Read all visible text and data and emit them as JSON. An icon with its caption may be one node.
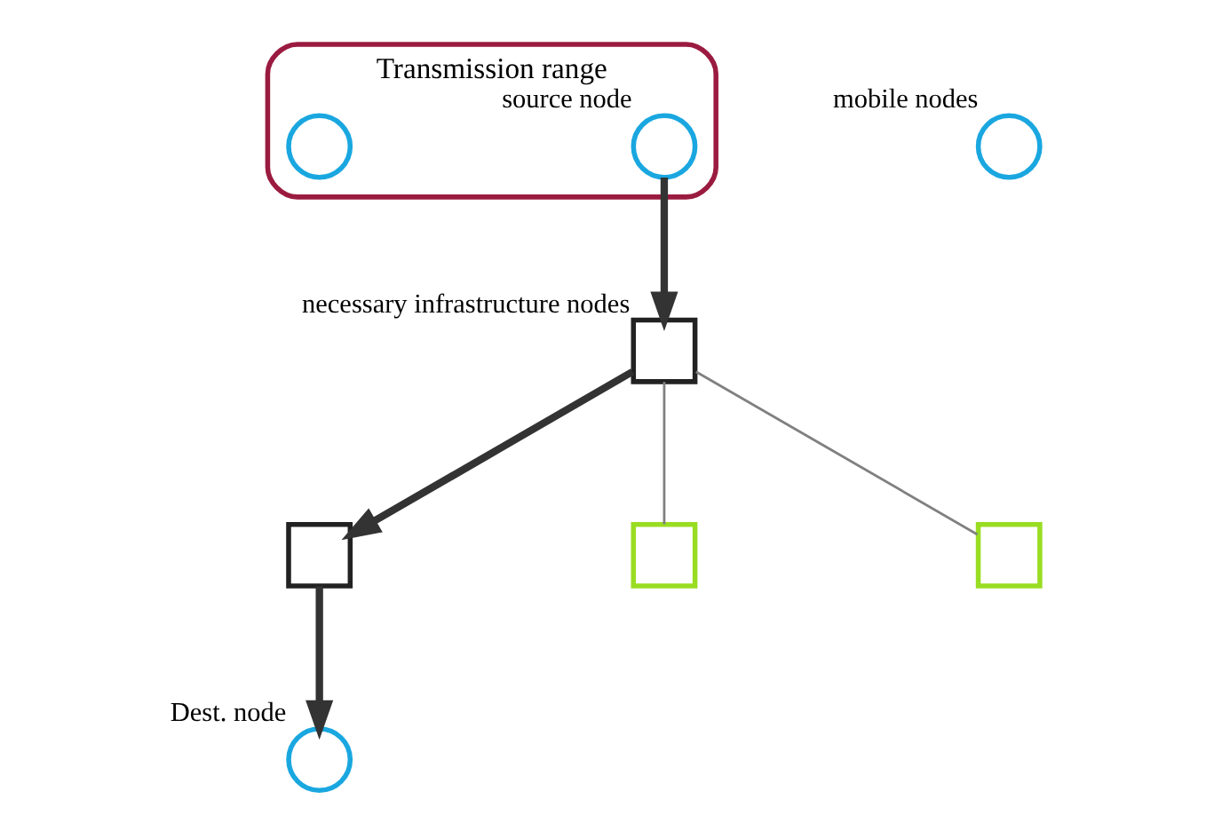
{
  "diagram": {
    "nodes": [
      {
        "text": [
          "Transmission range"
        ]
      },
      {
        "text": [],
        "shape": "circle",
        "beside": [
          "source node"
        ],
        "in": 0
      },
      {
        "text": [],
        "shape": "circle",
        "in": 0
      },
      {
        "text": [],
        "shape": "circle",
        "beside": [
          "mobile nodes"
        ]
      },
      {
        "text": [],
        "shape": "circle",
        "beside": [
          "Dest. node"
        ]
      },
      {
        "text": [],
        "shape": "box",
        "beside": [
          "necessary infrastructure nodes"
        ]
      },
      {
        "text": [],
        "shape": "box"
      },
      {
        "text": [],
        "shape": "box"
      },
      {
        "text": [],
        "shape": "box"
      }
    ],
    "edges": [
      {
        "from": 1,
        "to": 5,
        "arrow": "to"
      },
      {
        "from": 5,
        "to": 6,
        "arrow": "to"
      },
      {
        "from": 6,
        "to": 4,
        "arrow": "to"
      },
      {
        "from": 5,
        "to": 7,
        "arrow": "none",
        "color": "#808080"
      },
      {
        "from": 5,
        "to": 8,
        "arrow": "none",
        "color": "#808080"
      }
    ]
  }
}
